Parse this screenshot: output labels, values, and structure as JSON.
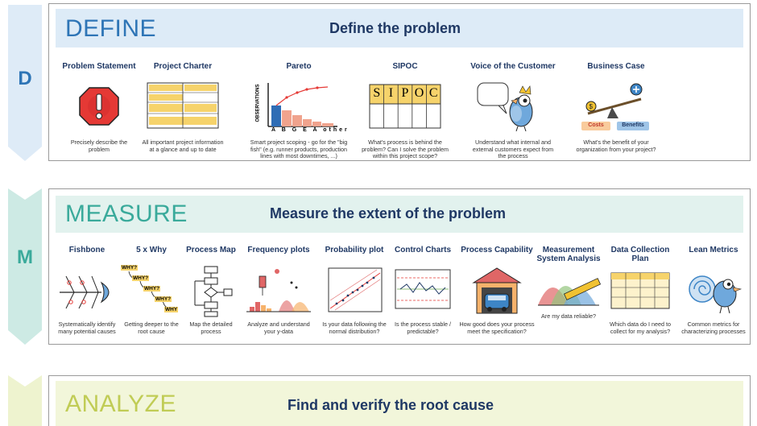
{
  "colors": {
    "navy": "#1f3864",
    "blue": "#2e75b6",
    "teal": "#3aaa9b",
    "olive": "#a7b935"
  },
  "icons": [
    "stop-sign-icon",
    "charter-table-icon",
    "pareto-chart-icon",
    "sipoc-board-icon",
    "speech-bird-icon",
    "seesaw-icon",
    "fishbone-icon",
    "why-chain-icon",
    "flowchart-icon",
    "histogram-icon",
    "probability-plot-icon",
    "control-chart-icon",
    "garage-car-icon",
    "measurement-curve-icon",
    "calendar-table-icon",
    "spiral-bird-icon"
  ],
  "phases": [
    {
      "letter": "D",
      "title": "DEFINE",
      "subtitle": "Define the problem",
      "tools": [
        {
          "name": "Problem Statement",
          "desc": "Precisely describe the problem"
        },
        {
          "name": "Project Charter",
          "desc": "All important project information at a glance and up to date"
        },
        {
          "name": "Pareto",
          "desc": "Smart project scoping - go for the \"big fish\" (e.g. runner products, production lines with most downtimes, ...)"
        },
        {
          "name": "SIPOC",
          "desc": "What's process is behind the problem? Can I solve the problem within this project scope?"
        },
        {
          "name": "Voice of the Customer",
          "desc": "Understand what internal and external customers expect from the process"
        },
        {
          "name": "Business Case",
          "desc": "What's the benefit of your organization from your project?"
        }
      ],
      "pareto_axis": "OBSERVATIONS",
      "pareto_cats": "A B G E A other",
      "sipoc_letters": [
        "S",
        "I",
        "P",
        "O",
        "C"
      ],
      "seesaw_left": "Costs",
      "seesaw_right": "Benefits"
    },
    {
      "letter": "M",
      "title": "MEASURE",
      "subtitle": "Measure the extent of the problem",
      "tools": [
        {
          "name": "Fishbone",
          "desc": "Systematically identify many potential causes"
        },
        {
          "name": "5 x Why",
          "desc": "Getting deeper to the root cause"
        },
        {
          "name": "Process Map",
          "desc": "Map the detailed process"
        },
        {
          "name": "Frequency plots",
          "desc": "Analyze and understand your y-data"
        },
        {
          "name": "Probability plot",
          "desc": "Is your data following the normal distribution?"
        },
        {
          "name": "Control Charts",
          "desc": "Is the process stable / predictable?"
        },
        {
          "name": "Process Capability",
          "desc": "How good does your process meet the specification?"
        },
        {
          "name": "Measurement System Analysis",
          "desc": "Are my data reliable?"
        },
        {
          "name": "Data Collection Plan",
          "desc": "Which data do I need to collect for my analysis?"
        },
        {
          "name": "Lean Metrics",
          "desc": "Common metrics for characterizing processes"
        }
      ],
      "why_words": [
        "WHY?",
        "WHY?",
        "WHY?",
        "WHY?",
        "WHY"
      ]
    },
    {
      "letter": "",
      "title": "ANALYZE",
      "subtitle": "Find and verify the root cause"
    }
  ]
}
